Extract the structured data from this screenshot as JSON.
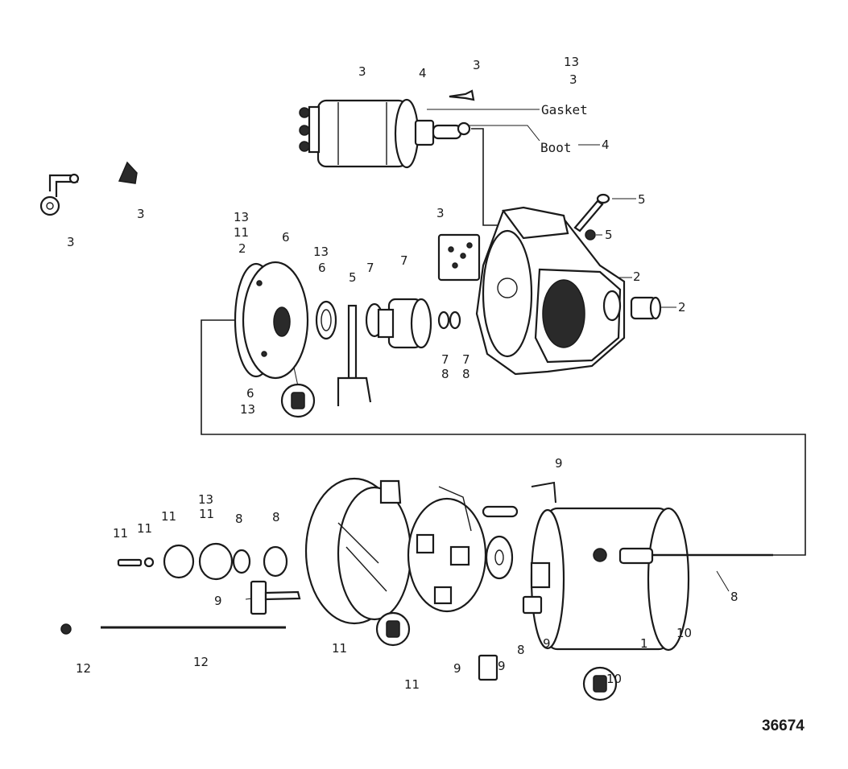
{
  "diagram": {
    "figure_number": "36674",
    "labels": {
      "gasket": "Gasket",
      "boot": "Boot",
      "boot_ref": "4"
    },
    "callouts": [
      {
        "id": "c-sol-3",
        "text": "3"
      },
      {
        "id": "c-sol-4",
        "text": "4"
      },
      {
        "id": "c-pin-3",
        "text": "3"
      },
      {
        "id": "c-tr-13",
        "text": "13"
      },
      {
        "id": "c-tr-3",
        "text": "3"
      },
      {
        "id": "c-lever-3",
        "text": "3"
      },
      {
        "id": "c-nut-3",
        "text": "3"
      },
      {
        "id": "c-pad-3",
        "text": "3"
      },
      {
        "id": "c-bolt-5",
        "text": "5"
      },
      {
        "id": "c-nut-5",
        "text": "5"
      },
      {
        "id": "c-hsg-2",
        "text": "2"
      },
      {
        "id": "c-bush-2",
        "text": "2"
      },
      {
        "id": "c-plate-13",
        "text": "13"
      },
      {
        "id": "c-plate-11",
        "text": "11"
      },
      {
        "id": "c-plate-2",
        "text": "2"
      },
      {
        "id": "c-plate-6",
        "text": "6"
      },
      {
        "id": "c-bear-13",
        "text": "13"
      },
      {
        "id": "c-bear-6",
        "text": "6"
      },
      {
        "id": "c-fork-5",
        "text": "5"
      },
      {
        "id": "c-ring-7",
        "text": "7"
      },
      {
        "id": "c-drive-7",
        "text": "7"
      },
      {
        "id": "c-clip-7a",
        "text": "7"
      },
      {
        "id": "c-clip-8a",
        "text": "8"
      },
      {
        "id": "c-clip-7b",
        "text": "7"
      },
      {
        "id": "c-clip-8b",
        "text": "8"
      },
      {
        "id": "c-bush-6",
        "text": "6"
      },
      {
        "id": "c-bush-13",
        "text": "13"
      },
      {
        "id": "c-lead-9",
        "text": "9"
      },
      {
        "id": "c-scr-11",
        "text": "11"
      },
      {
        "id": "c-wash-11",
        "text": "11"
      },
      {
        "id": "c-sh1-11",
        "text": "11"
      },
      {
        "id": "c-sh2-13",
        "text": "13"
      },
      {
        "id": "c-sh2-11",
        "text": "11"
      },
      {
        "id": "c-spr1-8",
        "text": "8"
      },
      {
        "id": "c-spr2-8",
        "text": "8"
      },
      {
        "id": "c-term-9",
        "text": "9"
      },
      {
        "id": "c-cap-11",
        "text": "11"
      },
      {
        "id": "c-bh-9",
        "text": "9"
      },
      {
        "id": "c-br-9",
        "text": "9"
      },
      {
        "id": "c-wsh-8",
        "text": "8"
      },
      {
        "id": "c-brush-9",
        "text": "9"
      },
      {
        "id": "c-frame-1",
        "text": "1"
      },
      {
        "id": "c-arm-8",
        "text": "8"
      },
      {
        "id": "c-arm-10",
        "text": "10"
      },
      {
        "id": "c-pole-10",
        "text": "10"
      },
      {
        "id": "c-bnut-12",
        "text": "12"
      },
      {
        "id": "c-thru-12",
        "text": "12"
      },
      {
        "id": "c-capbush-11",
        "text": "11"
      }
    ]
  }
}
